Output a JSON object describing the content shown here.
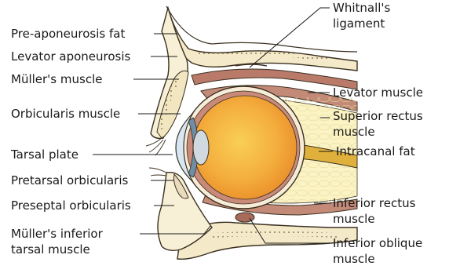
{
  "labels_left": [
    {
      "id": "pre-aponeurosis-fat",
      "lines": [
        "Pre-aponeurosis fat"
      ]
    },
    {
      "id": "levator-aponeurosis",
      "lines": [
        "Levator aponeurosis"
      ]
    },
    {
      "id": "muller-muscle",
      "lines": [
        "Müller's muscle"
      ]
    },
    {
      "id": "orbicularis-muscle",
      "lines": [
        "Orbicularis muscle"
      ]
    },
    {
      "id": "tarsal-plate",
      "lines": [
        "Tarsal plate"
      ]
    },
    {
      "id": "pretarsal-orbicularis",
      "lines": [
        "Pretarsal orbicularis"
      ]
    },
    {
      "id": "preseptal-orbicularis",
      "lines": [
        "Preseptal orbicularis"
      ]
    },
    {
      "id": "muller-inferior-tarsal",
      "lines": [
        "Müller's  inferior",
        "tarsal muscle"
      ]
    }
  ],
  "labels_right": [
    {
      "id": "whitnalls-ligament",
      "lines": [
        "Whitnall's",
        "ligament"
      ]
    },
    {
      "id": "levator-muscle",
      "lines": [
        "Levator muscle"
      ]
    },
    {
      "id": "superior-rectus",
      "lines": [
        "Superior rectus",
        "muscle"
      ]
    },
    {
      "id": "intracanal-fat",
      "lines": [
        "Intracanal fat"
      ]
    },
    {
      "id": "inferior-rectus",
      "lines": [
        "Inferior rectus",
        "muscle"
      ]
    },
    {
      "id": "inferior-oblique",
      "lines": [
        "Inferior oblique",
        "muscle"
      ]
    }
  ],
  "colors": {
    "bone": "#f4e9c8",
    "bone_outline": "#3a3020",
    "skin": "#f8f0d6",
    "fat": "#fbf3c4",
    "muscle": "#b97a6a",
    "muscle_dark": "#8c4f42",
    "globe": "#f2a13a",
    "globe_center": "#f8c64a",
    "sclera": "#f6ecd8",
    "choroid": "#c98a7a",
    "cornea": "#d6e6f2",
    "lens": "#d0d8e0",
    "optic_nerve": "#e0b03c",
    "ink": "#1a1a1a"
  }
}
